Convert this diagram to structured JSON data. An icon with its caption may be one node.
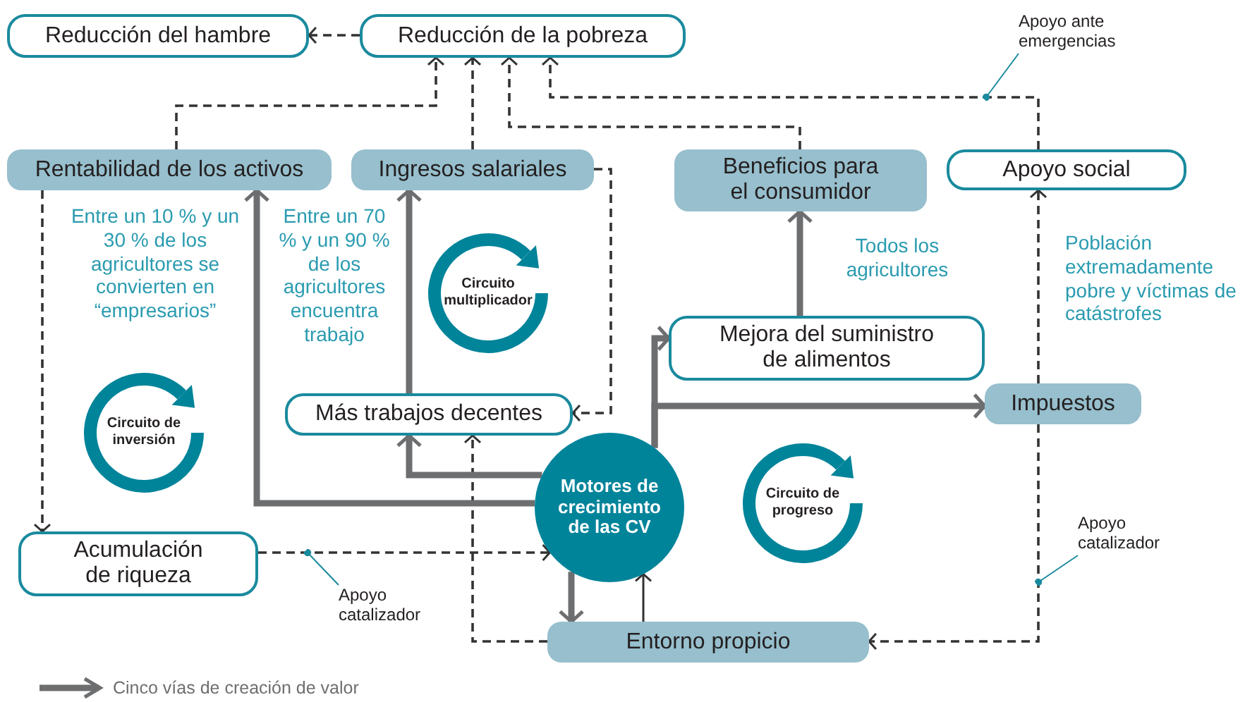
{
  "diagram": {
    "nodes": [
      {
        "text": [
          "Reducción del hambre"
        ]
      },
      {
        "text": [
          "Reducción de la pobreza"
        ]
      },
      {
        "text": [
          "Rentabilidad de los activos"
        ]
      },
      {
        "text": [
          "Ingresos salariales"
        ]
      },
      {
        "text": [
          "Beneficios para el consumidor"
        ]
      },
      {
        "text": [
          "Apoyo social"
        ]
      },
      {
        "text": [
          "Mejora del suministro de alimentos"
        ]
      },
      {
        "text": [
          "Impuestos"
        ]
      },
      {
        "text": [
          "Más trabajos decentes"
        ]
      },
      {
        "text": [
          "Motores de crecimiento de las CV"
        ]
      },
      {
        "text": [
          "Acumulación de riqueza"
        ]
      },
      {
        "text": [
          "Entorno propicio"
        ]
      },
      {
        "text": [
          "Circuito multiplicador"
        ]
      },
      {
        "text": [
          "Circuito de inversión"
        ]
      },
      {
        "text": [
          "Circuito de progreso"
        ]
      },
      {
        "text": [
          "Apoyo ante emergencias"
        ]
      },
      {
        "text": [
          "Apoyo catalizador"
        ]
      },
      {
        "text": [
          "Apoyo catalizador"
        ]
      }
    ],
    "edges": [
      {
        "from": 1,
        "to": 0,
        "arrow": "to",
        "style": "dashed"
      },
      {
        "from": 2,
        "to": 1,
        "arrow": "to",
        "style": "dashed"
      },
      {
        "from": 3,
        "to": 1,
        "arrow": "to",
        "style": "dashed"
      },
      {
        "from": 4,
        "to": 1,
        "arrow": "to",
        "style": "dashed"
      },
      {
        "from": 5,
        "to": 1,
        "arrow": "to",
        "style": "dashed"
      },
      {
        "from": 3,
        "to": 8,
        "arrow": "to",
        "style": "dashed"
      },
      {
        "from": 2,
        "to": 10,
        "arrow": "to",
        "style": "dashed"
      },
      {
        "from": 10,
        "to": 9,
        "arrow": "to",
        "style": "dashed"
      },
      {
        "from": 11,
        "to": 8,
        "arrow": "to",
        "style": "dashed"
      },
      {
        "from": 7,
        "to": 11,
        "arrow": "to",
        "style": "dashed"
      },
      {
        "from": 7,
        "to": 5,
        "arrow": "to",
        "style": "dashed"
      },
      {
        "from": 9,
        "to": 2,
        "arrow": "to",
        "style": "thick",
        "color": "#6d6e70"
      },
      {
        "from": 8,
        "to": 3,
        "arrow": "to",
        "style": "thick",
        "color": "#6d6e70"
      },
      {
        "from": 9,
        "to": 8,
        "arrow": "to",
        "style": "thick",
        "color": "#6d6e70"
      },
      {
        "from": 9,
        "to": 6,
        "arrow": "to",
        "style": "thick",
        "color": "#6d6e70"
      },
      {
        "from": 9,
        "to": 7,
        "arrow": "to",
        "style": "thick",
        "color": "#6d6e70"
      },
      {
        "from": 6,
        "to": 4,
        "arrow": "to",
        "style": "thick",
        "color": "#6d6e70"
      },
      {
        "from": 9,
        "to": 11,
        "arrow": "to",
        "style": "thick",
        "color": "#6d6e70"
      },
      {
        "from": 11,
        "to": 9,
        "arrow": "to"
      },
      {
        "from": 15,
        "to": null,
        "arrow": "other",
        "color": "#1a8a9e"
      },
      {
        "from": 16,
        "to": null,
        "arrow": "other",
        "color": "#1a8a9e"
      },
      {
        "from": 17,
        "to": null,
        "arrow": "other",
        "color": "#1a8a9e"
      }
    ],
    "labels": [
      "Entre un 10 % y un 30 % de los agricultores se convierten en “empresarios”",
      "Entre un 70 % y un 90 % de los agricultores encuentra trabajo",
      "Todos los agricultores",
      "Población extremadamente pobre y víctimas de catástrofes"
    ],
    "legend": [
      {
        "text": "Cinco vías de creación de valor"
      }
    ]
  }
}
